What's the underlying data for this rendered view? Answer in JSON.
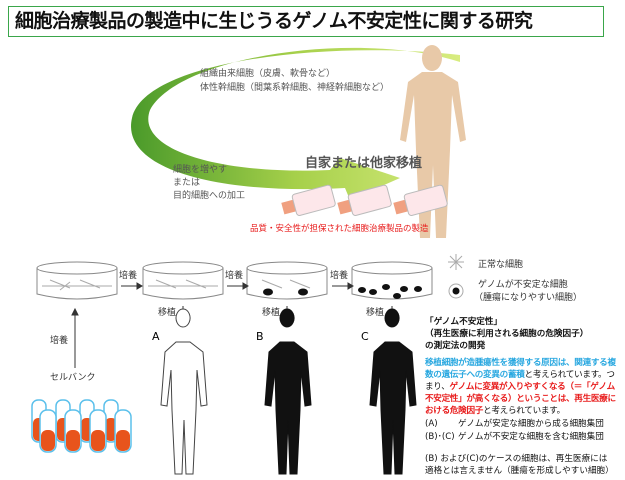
{
  "title": "細胞治療製品の製造中に生じうるゲノム不安定性に関する研究",
  "top": {
    "source_line1": "組織由来細胞（皮膚、軟骨など）",
    "source_line2": "体性幹細胞（間葉系幹細胞、神経幹細胞など）",
    "process_line1": "細胞を増やす",
    "process_line2": "または",
    "process_line3": "目的細胞への加工",
    "transplant": "自家または他家移植",
    "product_caption": "品質・安全性が担保された細胞治療製品の製造"
  },
  "bottom": {
    "culture": "培養",
    "transplant": "移植",
    "cell_bank": "セルバンク",
    "case_labels": [
      "A",
      "B",
      "C"
    ]
  },
  "legend": {
    "normal": "正常な細胞",
    "unstable_line1": "ゲノムが不安定な細胞",
    "unstable_line2": "（腫瘍になりやすい細胞）"
  },
  "info": {
    "heading1": "「ゲノム不安定性」",
    "heading2": "（再生医療に利用される細胞の危険因子）",
    "heading3": "の測定法の開発",
    "p_blue": "移植細胞が造腫瘍性を獲得する原因は、関連する複数の遺伝子への変異の蓄積",
    "p_black1": "と考えられています。つまり、",
    "p_red": "ゲノムに変異が入りやすくなる（＝「ゲノム不安定性」が高くなる）ということは、再生医療における危険因子",
    "p_black2": "と考えられています。",
    "case_a_label": "(A)",
    "case_a_text": "ゲノムが安定な細胞から成る細胞集団",
    "case_bc_label": "(B)･(C)",
    "case_bc_text": "ゲノムが不安定な細胞を含む細胞集団",
    "note_line1": "(B) および(C)のケースの細胞は、再生医療には",
    "note_line2": "適格とは言えません（腫瘍を形成しやすい細胞）"
  },
  "colors": {
    "title_border": "#3aa64a",
    "arrow_green": "#8cc63f",
    "blue": "#29a8e0",
    "red": "#e81c1c",
    "tube_fill": "#e8541c",
    "body_beige": "#e8c9a8"
  }
}
